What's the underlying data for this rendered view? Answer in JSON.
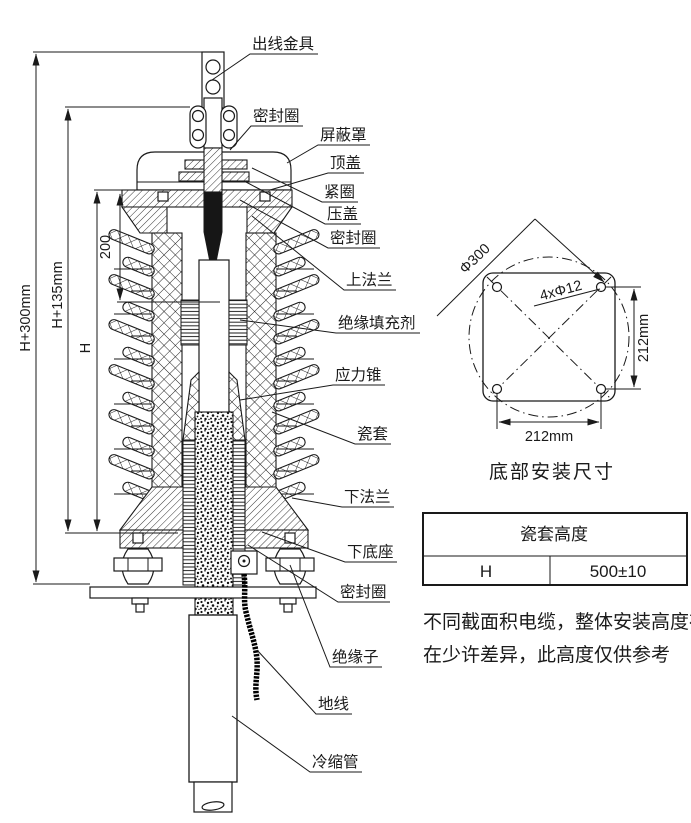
{
  "labels": [
    {
      "text": "出线金具"
    },
    {
      "text": "密封圈"
    },
    {
      "text": "屏蔽罩"
    },
    {
      "text": "顶盖"
    },
    {
      "text": "紧圈"
    },
    {
      "text": "压盖"
    },
    {
      "text": "密封圈"
    },
    {
      "text": "上法兰"
    },
    {
      "text": "绝缘填充剂"
    },
    {
      "text": "应力锥"
    },
    {
      "text": "瓷套"
    },
    {
      "text": "下法兰"
    },
    {
      "text": "下底座"
    },
    {
      "text": "密封圈"
    },
    {
      "text": "绝缘子"
    },
    {
      "text": "地线"
    },
    {
      "text": "冷缩管"
    }
  ],
  "dimensions": {
    "overall": "H+300mm",
    "upper": "H+135mm",
    "sleeve_height": "H",
    "top_section": "200"
  },
  "mounting_view": {
    "caption": "底部安装尺寸",
    "circle_diameter": "Φ300",
    "bolt_holes": "4xΦ12",
    "width": "212mm",
    "height": "212mm"
  },
  "table": {
    "title": "瓷套高度",
    "parameter": "H",
    "value": "500±10"
  },
  "note": {
    "line1": "不同截面积电缆，整体安装高度存",
    "line2": "在少许差异，此高度仅供参考"
  },
  "colors": {
    "ink": "#1a1a1a",
    "paper": "#ffffff"
  }
}
